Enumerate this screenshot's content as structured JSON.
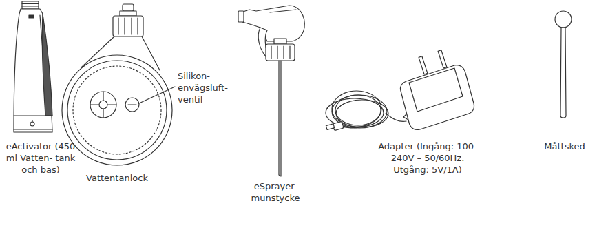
{
  "diagram": {
    "labels": [
      "eActivator (450 ml Vatten- tank och bas)",
      "Vattentanlock",
      "Silikon- envägsluft- ventil",
      "eSprayer- munstycke",
      "Adapter (Ingång: 100-240V – 50/60Hz. Utgång: 5V/1A)",
      "Måttsked"
    ]
  }
}
